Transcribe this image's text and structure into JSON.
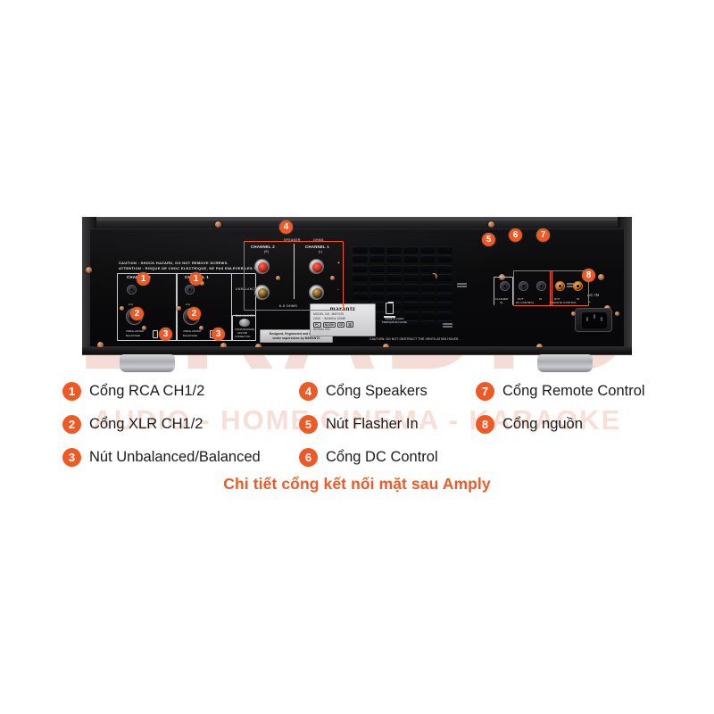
{
  "watermark": {
    "big": "BRADIO",
    "sub": "AUDIO - HOME CINEMA - KARAOKE"
  },
  "caption": "Chi tiết cổng kết nối mặt sau Amply",
  "legend": {
    "columns": [
      [
        {
          "num": "1",
          "label": "Cổng RCA CH1/2"
        },
        {
          "num": "2",
          "label": "Cổng XLR CH1/2"
        },
        {
          "num": "3",
          "label": "Nút Unbalanced/Balanced"
        }
      ],
      [
        {
          "num": "4",
          "label": "Cổng Speakers"
        },
        {
          "num": "5",
          "label": "Nút Flasher In"
        },
        {
          "num": "6",
          "label": "Cổng DC Control"
        }
      ],
      [
        {
          "num": "7",
          "label": "Cổng Remote Control"
        },
        {
          "num": "8",
          "label": "Cổng nguồn"
        }
      ]
    ]
  },
  "amplifier": {
    "callout_badges": [
      "1",
      "1",
      "2",
      "2",
      "3",
      "3",
      "4",
      "5",
      "6",
      "7",
      "8"
    ],
    "panel_text": {
      "caution_en": "CAUTION : SHOCK HAZARD, DO NOT REMOVE SCREWS.",
      "caution_fr": "ATTENTION : RISQUE DE CHOC ELECTRIQUE, NE PAS ENLEVER LES VIS.",
      "channel2": "CHANNEL 2",
      "channel2_side": "(R)",
      "channel1": "CHANNEL 1",
      "channel1_side": "(L)",
      "unbalanced": "UNBALANCED",
      "balanced": "BALANCED",
      "switch_top": "UNBALANCED",
      "switch_bottom": "BALANCED",
      "ground_label": "CHASSIS(FRAME)\nGROUND\nCONNECTION",
      "speaker_title": "SPEAKER",
      "speaker_title_right": "OHMS",
      "ohms": "6-8 OHMS",
      "plus": "+",
      "minus": "-",
      "flasher_in": "FLASHER",
      "flasher_in2": "IN",
      "dc_out": "OUT",
      "dc_in": "IN",
      "dc_control": "DC CONTROL",
      "remote_out": "OUT",
      "remote_in": "IN",
      "remote_control": "REMOTE CONTROL",
      "ac_in": "AC IN",
      "ac_sym": "~",
      "vent_caution": "CAUTION: DO NOT OBSTRUCT THE VENTILATION HOLES.",
      "produced_l1": "Designed, Engineered and Produced",
      "produced_l2": "under supervision by MARANTZ",
      "made_in_l1": "MADE IN CHINA",
      "made_in_l2": "FABRIQUÉ EN CHINE"
    },
    "rating_label": {
      "brand": "marantz",
      "model": "MODEL NO. MM7025",
      "power": "230V ~  50/60Hz  200W",
      "mark1": "PC",
      "mark2": "N2409",
      "mark3": "CE",
      "mark4": "回",
      "serial": "SERIAL NO."
    }
  },
  "colors": {
    "accent": "#ee5a26",
    "caption": "#ef5a26",
    "watermark": "#f3ddd6",
    "legend_text": "#1b1b1b"
  }
}
